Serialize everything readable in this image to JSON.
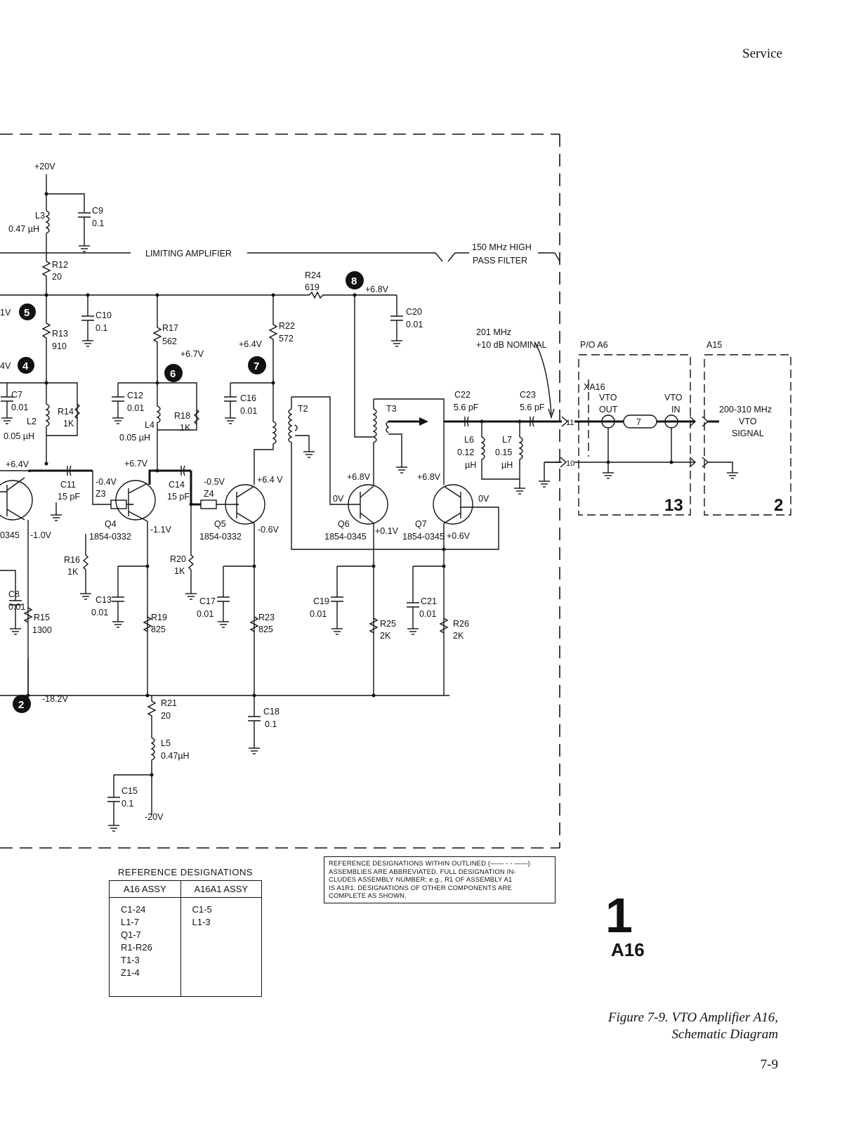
{
  "header": {
    "section": "Service"
  },
  "schematic": {
    "section_labels": {
      "limiting_amplifier": "LIMITING AMPLIFIER",
      "hpf_line1": "150 MHz HIGH",
      "hpf_line2": "PASS FILTER"
    },
    "supplies": {
      "plus20": "+20V",
      "minus20": "-20V"
    },
    "nodes": [
      {
        "num": "5",
        "voltage": "1V"
      },
      {
        "num": "4",
        "voltage": "4V"
      },
      {
        "num": "6",
        "voltage": "+6.7V"
      },
      {
        "num": "7",
        "voltage": "+6.4V"
      },
      {
        "num": "8",
        "voltage": "+6.8V"
      },
      {
        "num": "2",
        "voltage": "-18.2V"
      }
    ],
    "components": {
      "L3": [
        "L3",
        "0.47 µH"
      ],
      "C9": [
        "C9",
        "0.1"
      ],
      "R12": [
        "R12",
        "20"
      ],
      "R13": [
        "R13",
        "910"
      ],
      "C10": [
        "C10",
        "0.1"
      ],
      "R17": [
        "R17",
        "562"
      ],
      "R22": [
        "R22",
        "572"
      ],
      "R24": [
        "R24",
        "619"
      ],
      "C20": [
        "C20",
        "0.01"
      ],
      "C7": [
        "C7",
        "0.01"
      ],
      "L2": [
        "L2",
        "0.05 µH"
      ],
      "R14": [
        "R14",
        "1K"
      ],
      "C12": [
        "C12",
        "0.01"
      ],
      "L4": [
        "L4",
        "0.05 µH"
      ],
      "R18": [
        "R18",
        "1K"
      ],
      "C16": [
        "C16",
        "0.01"
      ],
      "T2": [
        "T2"
      ],
      "T3": [
        "T3"
      ],
      "C22": [
        "C22",
        "5.6 pF"
      ],
      "C23": [
        "C23",
        "5.6 pF"
      ],
      "L6": [
        "L6",
        "0.12",
        "µH"
      ],
      "L7": [
        "L7",
        "0.15",
        "µH"
      ],
      "C11": [
        "C11",
        "15 pF"
      ],
      "Z3": [
        "Z3"
      ],
      "C14": [
        "C14",
        "15 pF"
      ],
      "Z4": [
        "Z4"
      ],
      "Q4": [
        "Q4",
        "1854-0332"
      ],
      "Q5": [
        "Q5",
        "1854-0332"
      ],
      "Q6": [
        "Q6",
        "1854-0345"
      ],
      "Q7": [
        "Q7",
        "1854-0345"
      ],
      "Q3": [
        "0345"
      ],
      "R16": [
        "R16",
        "1K"
      ],
      "R20": [
        "R20",
        "1K"
      ],
      "C13": [
        "C13",
        "0.01"
      ],
      "R19": [
        "R19",
        "825"
      ],
      "C17": [
        "C17",
        "0.01"
      ],
      "R23": [
        "R23",
        "825"
      ],
      "C8": [
        "C8",
        "0.01"
      ],
      "R15": [
        "R15",
        "1300"
      ],
      "C19": [
        "C19",
        "0.01"
      ],
      "R25": [
        "R25",
        "2K"
      ],
      "C21": [
        "C21",
        "0.01"
      ],
      "R26": [
        "R26",
        "2K"
      ],
      "R21": [
        "R21",
        "20"
      ],
      "L5": [
        "L5",
        "0.47µH"
      ],
      "C18": [
        "C18",
        "0.1"
      ],
      "C15": [
        "C15",
        "0.1"
      ]
    },
    "voltages": {
      "q3_c": "+6.4V",
      "q3_e": "-1.0V",
      "q4_c": "+6.7V",
      "q4_b": "-0.4V",
      "q4_e": "-1.1V",
      "q5_b": "-0.5V",
      "q5_c": "+6.4 V",
      "q5_e": "-0.6V",
      "q6_c": "+6.8V",
      "q6_b": "0V",
      "q6_e": "+0.1V",
      "q7_c": "+6.8V",
      "q7_b": "0V",
      "q7_e": "+0.6V"
    },
    "signal": {
      "freq": "201 MHz",
      "level": "+10 dB NOMINAL"
    },
    "connectors": {
      "pin11": "11",
      "pin10": "10"
    },
    "assemblies": {
      "a6": {
        "label": "P/O A6",
        "xa16": "XA16",
        "vto_out": [
          "VTO",
          "OUT"
        ],
        "vto_in": [
          "VTO",
          "IN"
        ],
        "cable": "7",
        "number": "13"
      },
      "a15": {
        "label": "A15",
        "signal": [
          "200-310 MHz",
          "VTO",
          "SIGNAL"
        ],
        "number": "2"
      }
    }
  },
  "ref_designations": {
    "title": "REFERENCE DESIGNATIONS",
    "columns": [
      "A16 ASSY",
      "A16A1 ASSY"
    ],
    "a16": [
      "C1-24",
      "L1-7",
      "Q1-7",
      "R1-R26",
      "T1-3",
      "Z1-4"
    ],
    "a16a1": [
      "C1-5",
      "L1-3"
    ]
  },
  "note": {
    "lines": [
      "REFERENCE DESIGNATIONS WITHIN OUTLINED (—— - - ——)",
      "ASSEMBLIES ARE ABBREVIATED. FULL DESIGNATION IN-",
      "CLUDES ASSEMBLY NUMBER; e.g., R1 OF ASSEMBLY A1",
      "IS A1R1. DESIGNATIONS OF OTHER COMPONENTS ARE",
      "COMPLETE AS SHOWN."
    ]
  },
  "sheet": {
    "number": "1",
    "assembly": "A16"
  },
  "caption": {
    "line1": "Figure 7-9.  VTO Amplifier A16,",
    "line2": "Schematic Diagram"
  },
  "page_number": "7-9"
}
